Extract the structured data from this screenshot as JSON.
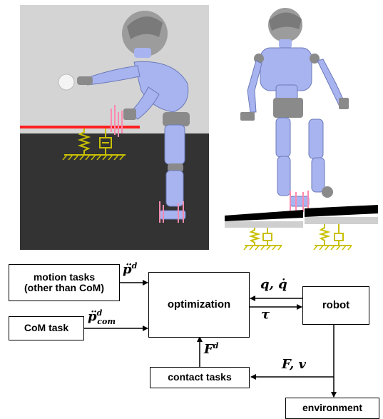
{
  "diagram": {
    "boxes": {
      "motion_tasks": {
        "line1": "motion tasks",
        "line2": "(other than CoM)"
      },
      "com_task": "CoM task",
      "optimization": "optimization",
      "robot": "robot",
      "contact_tasks": "contact tasks",
      "environment": "environment"
    },
    "labels": {
      "p_dd_d": {
        "base": "p̈",
        "sup": "d",
        "sub": ""
      },
      "p_dd_com": {
        "base": "p̈",
        "sup": "d",
        "sub": "com"
      },
      "q_qdot": "q, q̇",
      "tau": "τ",
      "F_d": {
        "base": "F",
        "sup": "d"
      },
      "F_v": "F, v"
    }
  },
  "colors": {
    "ground_dark": "#333333",
    "panel_bg": "#d4d4d4",
    "red_plate": "#ff2020",
    "spring_yellow": "#c9c000",
    "robot_blue": "#a8b4f0",
    "robot_gray": "#8a8a8a",
    "force_pink": "#ff8ab0"
  },
  "icons": {
    "left_scene": "humanoid-robot-reaching-ball-icon",
    "right_scene": "humanoid-robot-standing-on-plates-icon",
    "spring_damper": "spring-damper-icon"
  }
}
